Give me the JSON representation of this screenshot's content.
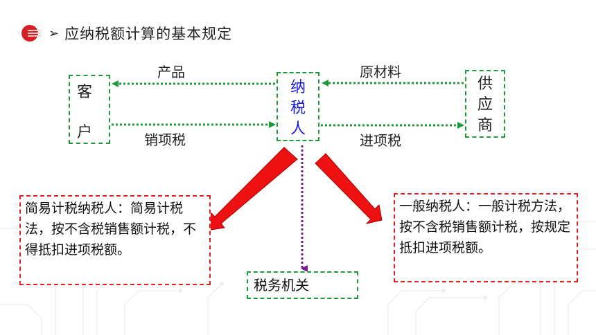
{
  "header": {
    "bullet": "➢",
    "title": "应纳税额计算的基本规定"
  },
  "nodes": {
    "customer": [
      "客",
      "户"
    ],
    "taxpayer": [
      "纳",
      "税",
      "人"
    ],
    "supplier": [
      "供",
      "应",
      "商"
    ],
    "authority": "税务机关"
  },
  "flows": {
    "product": "产品",
    "output_tax": "销项税",
    "raw_material": "原材料",
    "input_tax": "进项税"
  },
  "types": {
    "simple": "简易计税纳税人：简易计税法，按不含税销售额计税，不得抵扣进项税额。",
    "general": "一般纳税人：一般计税方法，按不含税销售额计税，按规定抵扣进项税额。"
  },
  "colors": {
    "green": "#1e9a3a",
    "red": "#e02222",
    "purple": "#7a1a8a",
    "blue": "#1a1adc"
  }
}
